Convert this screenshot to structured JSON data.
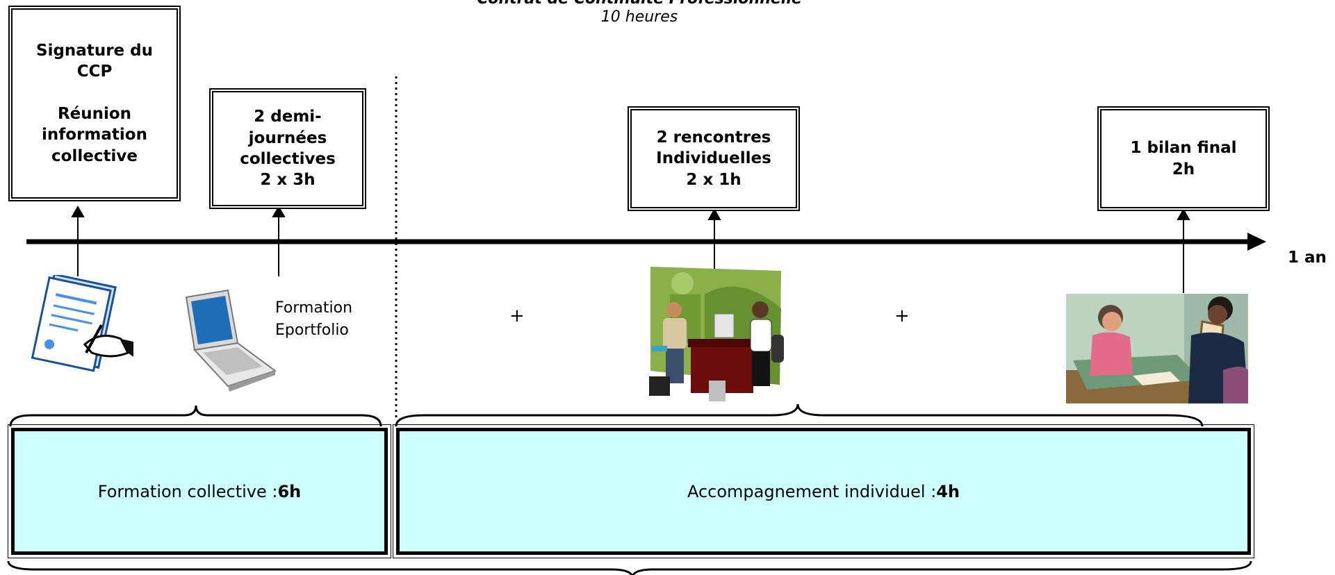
{
  "header": {
    "title": "Contrat de Continuité Professionnelle",
    "subtitle": "10 heures"
  },
  "timeline": {
    "end_label": "1 an"
  },
  "boxes": [
    {
      "text": "Signature du\nCCP\n\nRéunion\ninformation\ncollective"
    },
    {
      "text": "2 demi-\njournées\ncollectives\n2 x 3h"
    },
    {
      "text": "2 rencontres\nIndividuelles\n2 x 1h"
    },
    {
      "text": "1 bilan final\n2h"
    }
  ],
  "labels": {
    "formation": "Formation\nEportfolio",
    "plus": "+"
  },
  "bands": [
    {
      "label": "Formation collective : ",
      "value": "6h"
    },
    {
      "label": "Accompagnement individuel : ",
      "value": "4h"
    }
  ],
  "icons": [
    "document-signing-icon",
    "laptop-icon",
    "meeting-illustration",
    "consultation-illustration"
  ]
}
